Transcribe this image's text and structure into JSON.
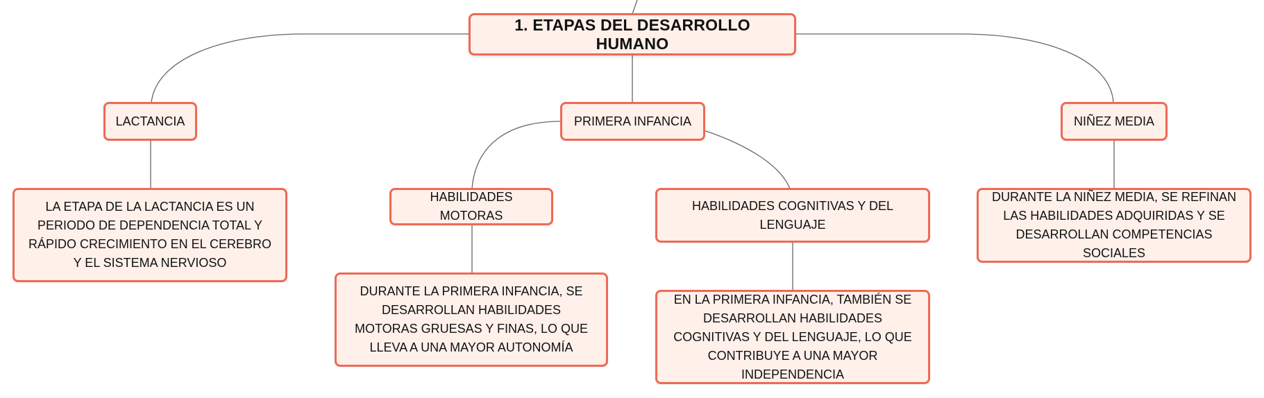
{
  "diagram": {
    "root": {
      "label": "1. ETAPAS DEL DESARROLLO HUMANO"
    },
    "stages": [
      {
        "label": "LACTANCIA",
        "description": "LA ETAPA DE LA LACTANCIA ES UN PERIODO DE DEPENDENCIA TOTAL Y RÁPIDO CRECIMIENTO EN EL CEREBRO Y EL SISTEMA NERVIOSO"
      },
      {
        "label": "PRIMERA INFANCIA",
        "sub_topics": [
          {
            "label": "HABILIDADES MOTORAS",
            "description": "DURANTE LA PRIMERA INFANCIA, SE DESARROLLAN HABILIDADES MOTORAS GRUESAS Y FINAS, LO QUE LLEVA A UNA MAYOR AUTONOMÍA"
          },
          {
            "label": "HABILIDADES COGNITIVAS Y DEL LENGUAJE",
            "description": "EN LA PRIMERA INFANCIA, TAMBIÉN SE DESARROLLAN HABILIDADES COGNITIVAS Y DEL LENGUAJE, LO QUE CONTRIBUYE A UNA MAYOR INDEPENDENCIA"
          }
        ]
      },
      {
        "label": "NIÑEZ MEDIA",
        "description": "DURANTE LA NIÑEZ MEDIA, SE REFINAN LAS HABILIDADES ADQUIRIDAS Y SE DESARROLLAN COMPETENCIAS SOCIALES"
      }
    ],
    "colors": {
      "node_border": "#ee6a55",
      "node_fill": "#fff0ea",
      "connector": "#666666",
      "text": "#111111"
    }
  }
}
